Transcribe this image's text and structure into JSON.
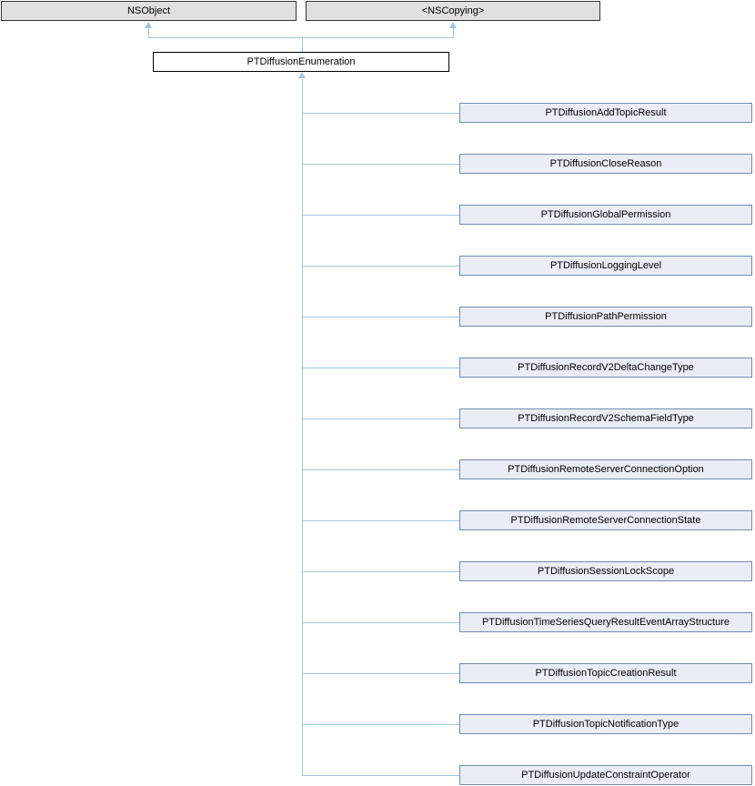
{
  "graph": {
    "base_classes": [
      {
        "label": "NSObject"
      },
      {
        "label": "<NSCopying>"
      }
    ],
    "main_class": {
      "label": "PTDiffusionEnumeration"
    },
    "subclasses": [
      "PTDiffusionAddTopicResult",
      "PTDiffusionCloseReason",
      "PTDiffusionGlobalPermission",
      "PTDiffusionLoggingLevel",
      "PTDiffusionPathPermission",
      "PTDiffusionRecordV2DeltaChangeType",
      "PTDiffusionRecordV2SchemaFieldType",
      "PTDiffusionRemoteServerConnectionOption",
      "PTDiffusionRemoteServerConnectionState",
      "PTDiffusionSessionLockScope",
      "PTDiffusionTimeSeriesQueryResultEventArrayStructure",
      "PTDiffusionTopicCreationResult",
      "PTDiffusionTopicNotificationType",
      "PTDiffusionUpdateConstraintOperator"
    ]
  },
  "colors": {
    "edge": "#a0c6de",
    "gray-fill": "#e0e0e0",
    "gray-border": "#333333",
    "main-fill": "#ffffff",
    "main-border": "#000000",
    "sub-fill": "#e9edf6",
    "sub-border": "#7689b4",
    "text": "#000000"
  }
}
